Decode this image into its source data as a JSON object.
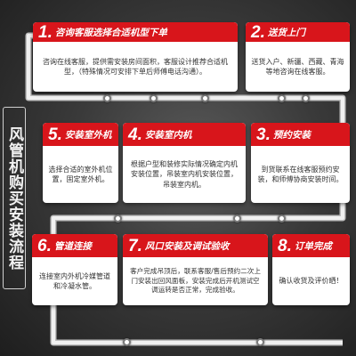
{
  "vertical_title": "风管机购买安装流程",
  "colors": {
    "accent": "#d8151b",
    "card": "#ffffff",
    "path": "#f0f0f0",
    "background": "#3a3a3a"
  },
  "steps": [
    {
      "num": "1.",
      "title": "咨询客服选择合适机型下单",
      "body": "咨询在线客服，提供需安装房间面积，客服设计推荐合适机型，（特殊情况可安排下单后师傅电话沟通）。"
    },
    {
      "num": "2.",
      "title": "送货上门",
      "body": "送货入户、新疆、西藏、青海等地咨询在线客服。"
    },
    {
      "num": "3.",
      "title": "预约安装",
      "body": "到货联系在线客服预约安装，和师傅协商安装时间。"
    },
    {
      "num": "4.",
      "title": "安装室内机",
      "body": "根据户型和装修实际情况确定内机安装位置，吊装室内机安装位置，吊装室内机。"
    },
    {
      "num": "5.",
      "title": "安装室外机",
      "body": "选择合适的室外机位置，固定室外机。"
    },
    {
      "num": "6.",
      "title": "管道连接",
      "body": "连接室内外机冷媒管道和冷凝水管。"
    },
    {
      "num": "7.",
      "title": "风口安装及调试验收",
      "body": "客户完成吊顶后，联系客服/售后预约二次上门安装出回风面板，安装完成后开机测试空调运转是否正常，完成验收。"
    },
    {
      "num": "8.",
      "title": "订单完成",
      "body": "确认收货及评价晒！"
    }
  ]
}
